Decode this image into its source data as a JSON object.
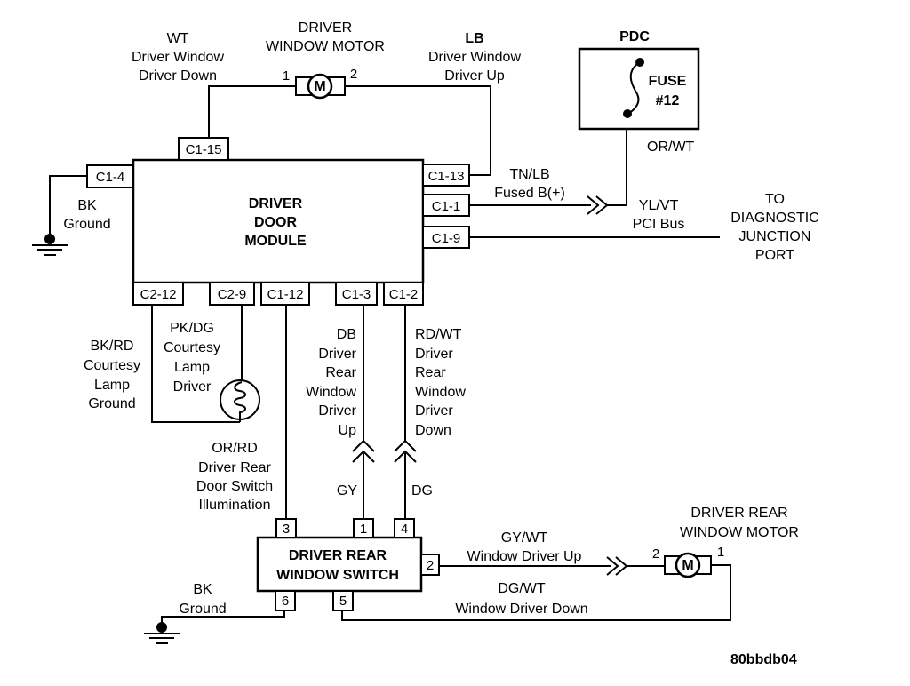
{
  "diagram": {
    "figure_id": "80bbdb04",
    "components": {
      "driver_door_module": {
        "lines": [
          "DRIVER",
          "DOOR",
          "MODULE"
        ]
      },
      "driver_window_motor": {
        "lines": [
          "DRIVER",
          "WINDOW MOTOR"
        ],
        "symbol": "M",
        "pin_left": "1",
        "pin_right": "2"
      },
      "pdc": {
        "label": "PDC",
        "fuse_lines": [
          "FUSE",
          "#12"
        ]
      },
      "driver_rear_window_switch": {
        "lines": [
          "DRIVER REAR",
          "WINDOW SWITCH"
        ],
        "pins": [
          "3",
          "1",
          "4",
          "2",
          "6",
          "5"
        ]
      },
      "driver_rear_window_motor": {
        "lines": [
          "DRIVER REAR",
          "WINDOW MOTOR"
        ],
        "symbol": "M",
        "pin_left": "2",
        "pin_right": "1"
      },
      "diagnostic_port": {
        "lines": [
          "TO",
          "DIAGNOSTIC",
          "JUNCTION",
          "PORT"
        ]
      }
    },
    "connectors": {
      "c1_15": "C1-15",
      "c1_4": "C1-4",
      "c1_13": "C1-13",
      "c1_1": "C1-1",
      "c1_9": "C1-9",
      "c2_12": "C2-12",
      "c2_9": "C2-9",
      "c1_12": "C1-12",
      "c1_3": "C1-3",
      "c1_2": "C1-2"
    },
    "wires": {
      "wt": [
        "WT",
        "Driver Window",
        "Driver Down"
      ],
      "lb": [
        "LB",
        "Driver Window",
        "Driver Up"
      ],
      "bk_top": [
        "BK",
        "Ground"
      ],
      "tn_lb": [
        "TN/LB",
        "Fused B(+)"
      ],
      "or_wt": "OR/WT",
      "yl_vt": [
        "YL/VT",
        "PCI Bus"
      ],
      "bk_rd": [
        "BK/RD",
        "Courtesy",
        "Lamp",
        "Ground"
      ],
      "pk_dg": [
        "PK/DG",
        "Courtesy",
        "Lamp",
        "Driver"
      ],
      "db": [
        "DB",
        "Driver",
        "Rear",
        "Window",
        "Driver",
        "Up"
      ],
      "rd_wt": [
        "RD/WT",
        "Driver",
        "Rear",
        "Window",
        "Driver",
        "Down"
      ],
      "or_rd": [
        "OR/RD",
        "Driver Rear",
        "Door Switch",
        "Illumination"
      ],
      "gy": "GY",
      "dg": "DG",
      "gy_wt": [
        "GY/WT",
        "Window Driver Up"
      ],
      "dg_wt": [
        "DG/WT",
        "Window Driver Down"
      ],
      "bk_bottom": [
        "BK",
        "Ground"
      ]
    }
  }
}
